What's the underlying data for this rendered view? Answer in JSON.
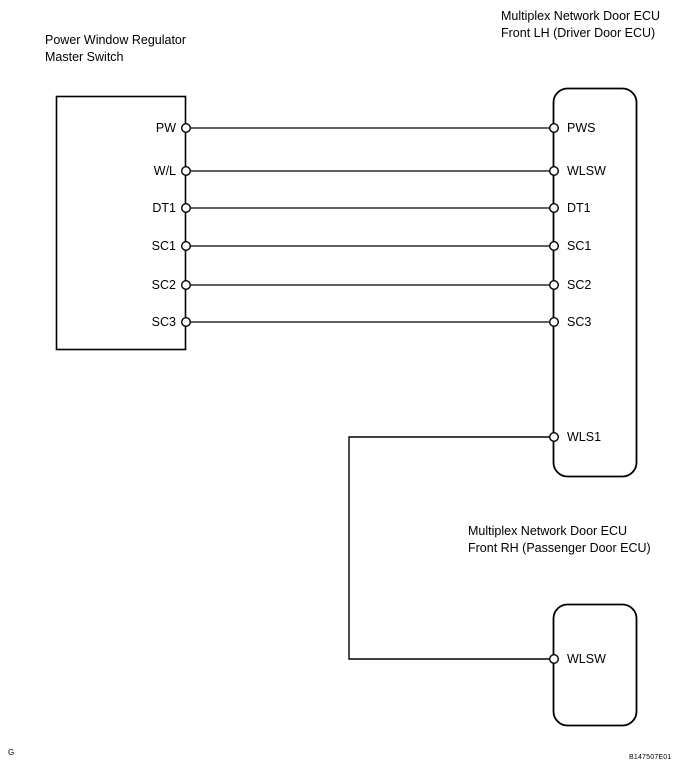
{
  "diagram": {
    "figure_code": "B147507E01",
    "page_mark": "G",
    "components": [
      {
        "id": "power-window-regulator-master-switch",
        "title_lines": [
          "Power Window Regulator",
          "Master Switch"
        ],
        "shape": "rectangle",
        "terminals": [
          "PW",
          "W/L",
          "DT1",
          "SC1",
          "SC2",
          "SC3"
        ]
      },
      {
        "id": "multiplex-network-door-ecu-front-lh",
        "title_lines": [
          "Multiplex Network Door ECU",
          "Front LH (Driver Door ECU)"
        ],
        "shape": "rounded-rectangle",
        "terminals": [
          "PWS",
          "WLSW",
          "DT1",
          "SC1",
          "SC2",
          "SC3",
          "WLS1"
        ]
      },
      {
        "id": "multiplex-network-door-ecu-front-rh",
        "title_lines": [
          "Multiplex Network Door ECU",
          "Front RH (Passenger Door ECU)"
        ],
        "shape": "rounded-rectangle",
        "terminals": [
          "WLSW"
        ]
      }
    ],
    "connections": [
      {
        "from": "PW",
        "to": "PWS"
      },
      {
        "from": "W/L",
        "to": "WLSW"
      },
      {
        "from": "DT1",
        "to": "DT1"
      },
      {
        "from": "SC1",
        "to": "SC1"
      },
      {
        "from": "SC2",
        "to": "SC2"
      },
      {
        "from": "SC3",
        "to": "SC3"
      },
      {
        "from": "WLS1",
        "to": "WLSW"
      }
    ],
    "colors": {
      "line": "#000000",
      "background": "#ffffff"
    }
  },
  "left_switch": {
    "title_line_1": "Power Window Regulator",
    "title_line_2": "Master Switch",
    "pins": {
      "p1": "PW",
      "p2": "W/L",
      "p3": "DT1",
      "p4": "SC1",
      "p5": "SC2",
      "p6": "SC3"
    }
  },
  "ecu_lh": {
    "title_line_1": "Multiplex Network Door ECU",
    "title_line_2": "Front LH (Driver Door ECU)",
    "pins": {
      "p1": "PWS",
      "p2": "WLSW",
      "p3": "DT1",
      "p4": "SC1",
      "p5": "SC2",
      "p6": "SC3",
      "p7": "WLS1"
    }
  },
  "ecu_rh": {
    "title_line_1": "Multiplex Network Door ECU",
    "title_line_2": "Front RH (Passenger Door ECU)",
    "pins": {
      "p1": "WLSW"
    }
  },
  "footer": {
    "figure_code": "B147507E01",
    "page_mark": "G"
  }
}
